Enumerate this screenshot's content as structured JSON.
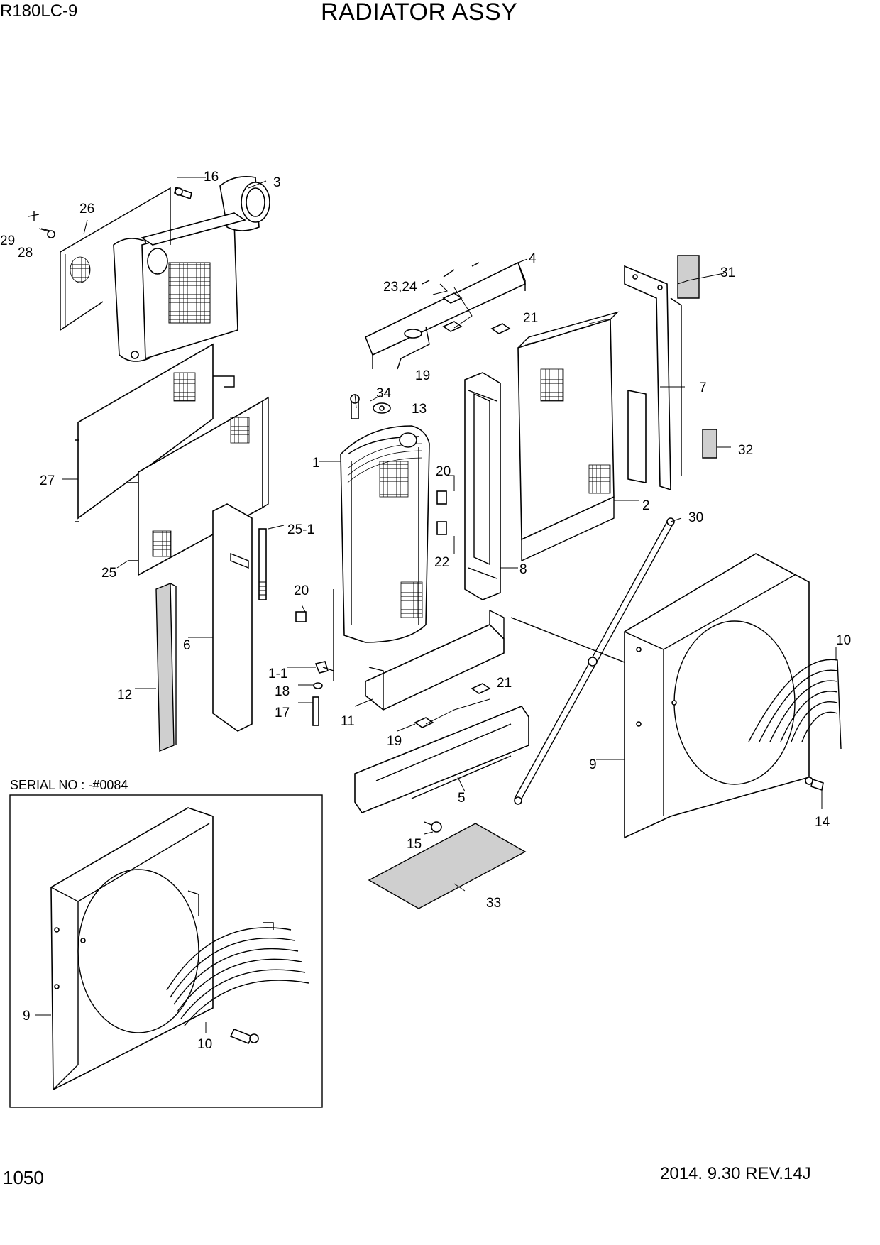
{
  "header": {
    "model": "R180LC-9",
    "title": "RADIATOR ASSY"
  },
  "footer": {
    "page_number": "1050",
    "revision": "2014. 9.30  REV.14J"
  },
  "inset": {
    "serial_label": "SERIAL NO : -#0084"
  },
  "callouts": {
    "c1": "1",
    "c1_1": "1-1",
    "c2": "2",
    "c3": "3",
    "c4": "4",
    "c5": "5",
    "c6": "6",
    "c7": "7",
    "c8": "8",
    "c9": "9",
    "c10": "10",
    "c11": "11",
    "c12": "12",
    "c13": "13",
    "c14": "14",
    "c15": "15",
    "c16": "16",
    "c17": "17",
    "c18": "18",
    "c19a": "19",
    "c19b": "19",
    "c20a": "20",
    "c20b": "20",
    "c21a": "21",
    "c21b": "21",
    "c22": "22",
    "c23_24": "23,24",
    "c25": "25",
    "c25_1": "25-1",
    "c26": "26",
    "c27": "27",
    "c28": "28",
    "c29": "29",
    "c30": "30",
    "c31": "31",
    "c32": "32",
    "c33": "33",
    "c34": "34",
    "inset_9": "9",
    "inset_10": "10"
  }
}
